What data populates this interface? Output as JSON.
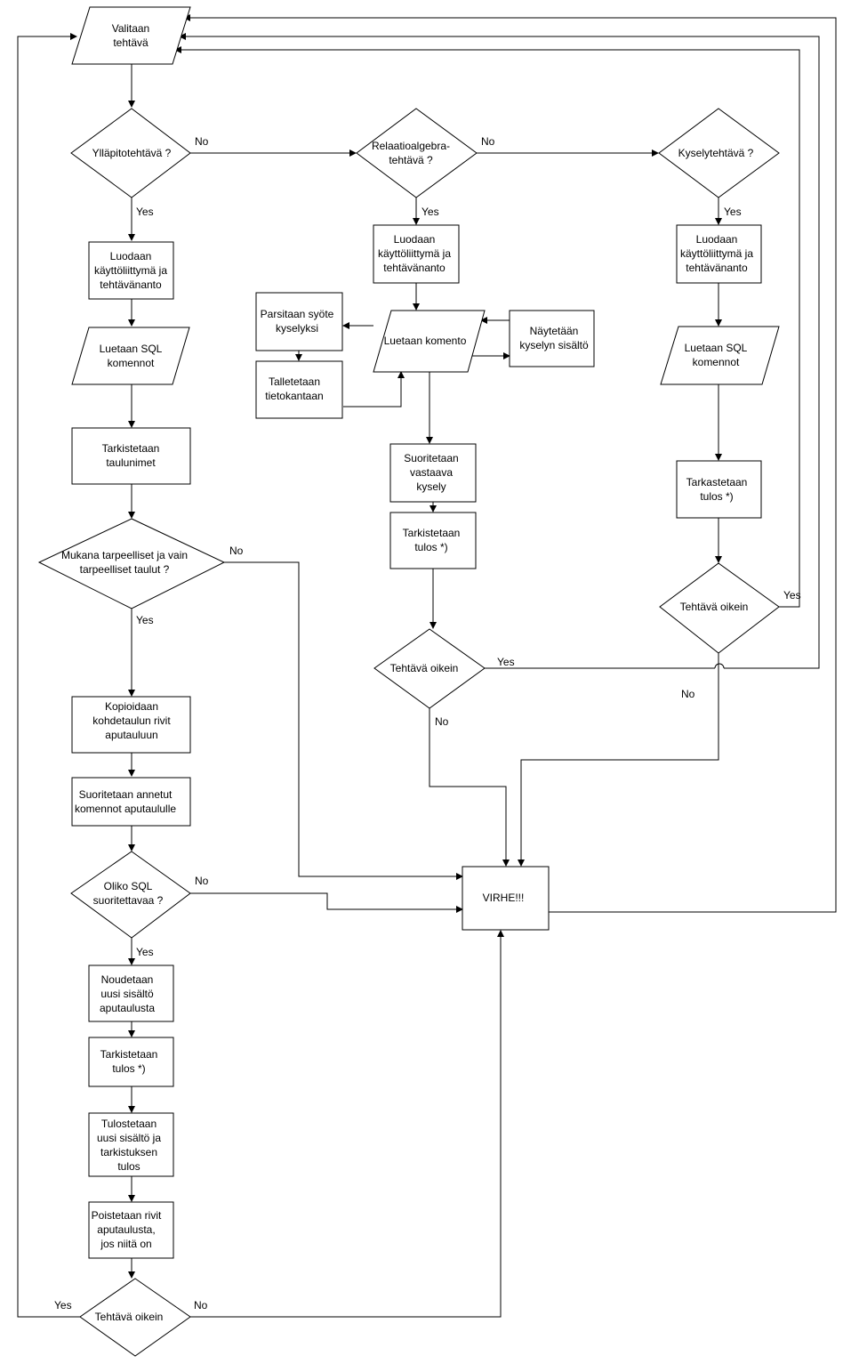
{
  "nodes": {
    "select_task": [
      "Valitaan",
      "tehtävä"
    ],
    "maint_q": [
      "Ylläpitotehtävä ?"
    ],
    "rel_q": [
      "Relaatioalgebra-",
      "tehtävä ?"
    ],
    "query_q": [
      "Kyselytehtävä ?"
    ],
    "create_ui_left": [
      "Luodaan",
      "käyttöliittymä ja",
      "tehtävänanto"
    ],
    "create_ui_mid": [
      "Luodaan",
      "käyttöliittymä ja",
      "tehtävänanto"
    ],
    "create_ui_right": [
      "Luodaan",
      "käyttöliittymä ja",
      "tehtävänanto"
    ],
    "read_sql_left": [
      "Luetaan SQL",
      "komennot"
    ],
    "read_sql_right": [
      "Luetaan SQL",
      "komennot"
    ],
    "check_tables": [
      "Tarkistetaan",
      "taulunimet"
    ],
    "tables_q": [
      "Mukana tarpeelliset ja vain",
      "tarpeelliset taulut ?"
    ],
    "copy_rows": [
      "Kopioidaan",
      "kohdetaulun rivit",
      "aputauluun"
    ],
    "exec_cmds": [
      "Suoritetaan annetut",
      "komennot aputaululle"
    ],
    "sql_ok_q": [
      "Oliko SQL",
      "suoritettavaa ?"
    ],
    "fetch_new": [
      "Noudetaan",
      "uusi sisältö",
      "aputaulusta"
    ],
    "check_result_left": [
      "Tarkistetaan",
      "tulos  *)"
    ],
    "print_result": [
      "Tulostetaan",
      "uusi sisältö ja",
      "tarkistuksen",
      "tulos"
    ],
    "delete_rows": [
      "Poistetaan rivit",
      "aputaulusta,",
      "jos niitä on"
    ],
    "correct_left": [
      "Tehtävä oikein"
    ],
    "parse_input": [
      "Parsitaan syöte",
      "kyselyksi"
    ],
    "save_db": [
      "Talletetaan",
      "tietokantaan"
    ],
    "read_command": [
      "Luetaan komento"
    ],
    "show_query": [
      "Näytetään",
      "kyselyn sisältö"
    ],
    "run_query": [
      "Suoritetaan",
      "vastaava",
      "kysely"
    ],
    "check_result_mid": [
      "Tarkistetaan",
      "tulos *)"
    ],
    "correct_mid": [
      "Tehtävä oikein"
    ],
    "check_result_right": [
      "Tarkastetaan",
      "tulos *)"
    ],
    "correct_right": [
      "Tehtävä oikein"
    ],
    "error": [
      "VIRHE!!!"
    ]
  },
  "edge_labels": {
    "maint_no": "No",
    "maint_yes": "Yes",
    "rel_no": "No",
    "rel_yes": "Yes",
    "query_yes": "Yes",
    "tables_no": "No",
    "tables_yes": "Yes",
    "sql_no": "No",
    "sql_yes": "Yes",
    "left_yes": "Yes",
    "left_no": "No",
    "mid_yes": "Yes",
    "mid_no": "No",
    "right_yes": "Yes",
    "right_no": "No"
  }
}
